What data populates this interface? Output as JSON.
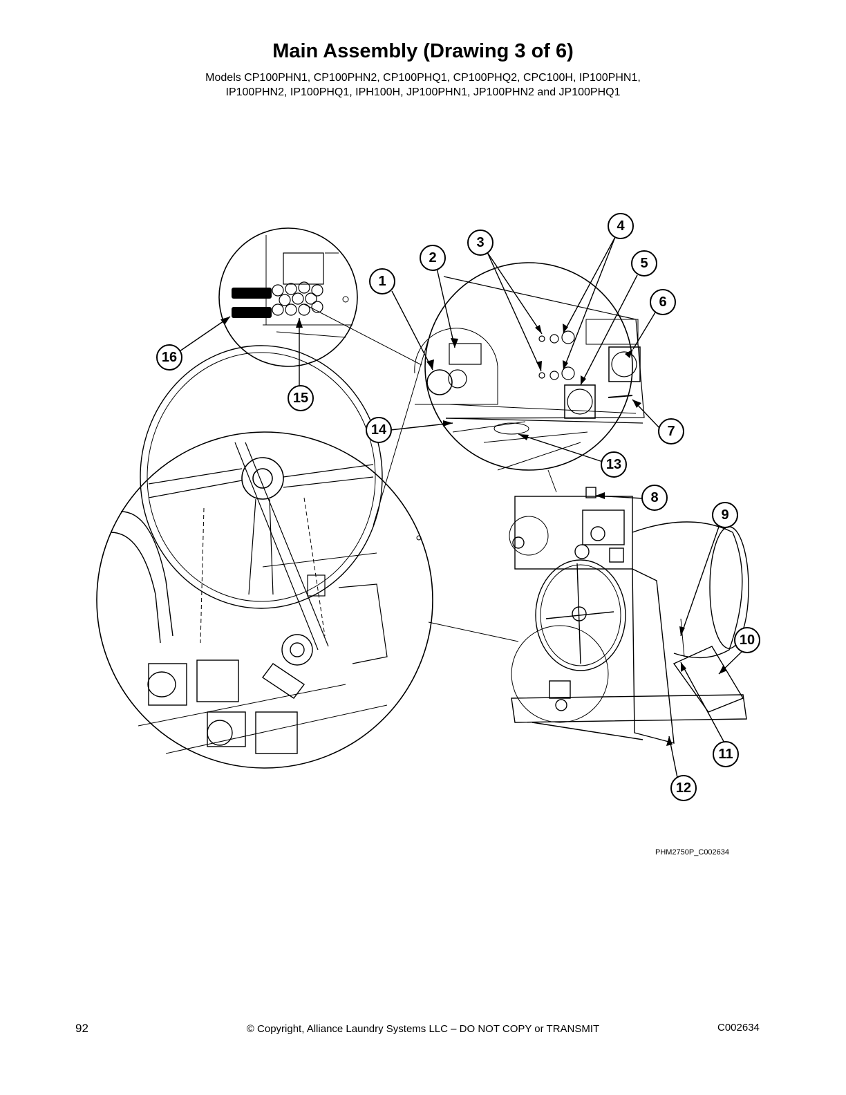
{
  "header": {
    "title": "Main Assembly (Drawing 3 of 6)",
    "models_line1": "Models CP100PHN1, CP100PHN2, CP100PHQ1, CP100PHQ2, CPC100H, IP100PHN1,",
    "models_line2": "IP100PHN2, IP100PHQ1, IPH100H, JP100PHN1, JP100PHN2 and JP100PHQ1"
  },
  "callouts": [
    "1",
    "2",
    "3",
    "4",
    "5",
    "6",
    "7",
    "8",
    "9",
    "10",
    "11",
    "12",
    "13",
    "14",
    "15",
    "16"
  ],
  "figure_id": "PHM2750P_C002634",
  "footer": {
    "page_number": "92",
    "copyright": "© Copyright, Alliance Laundry Systems LLC – DO NOT COPY or TRANSMIT",
    "doc_code": "C002634"
  }
}
